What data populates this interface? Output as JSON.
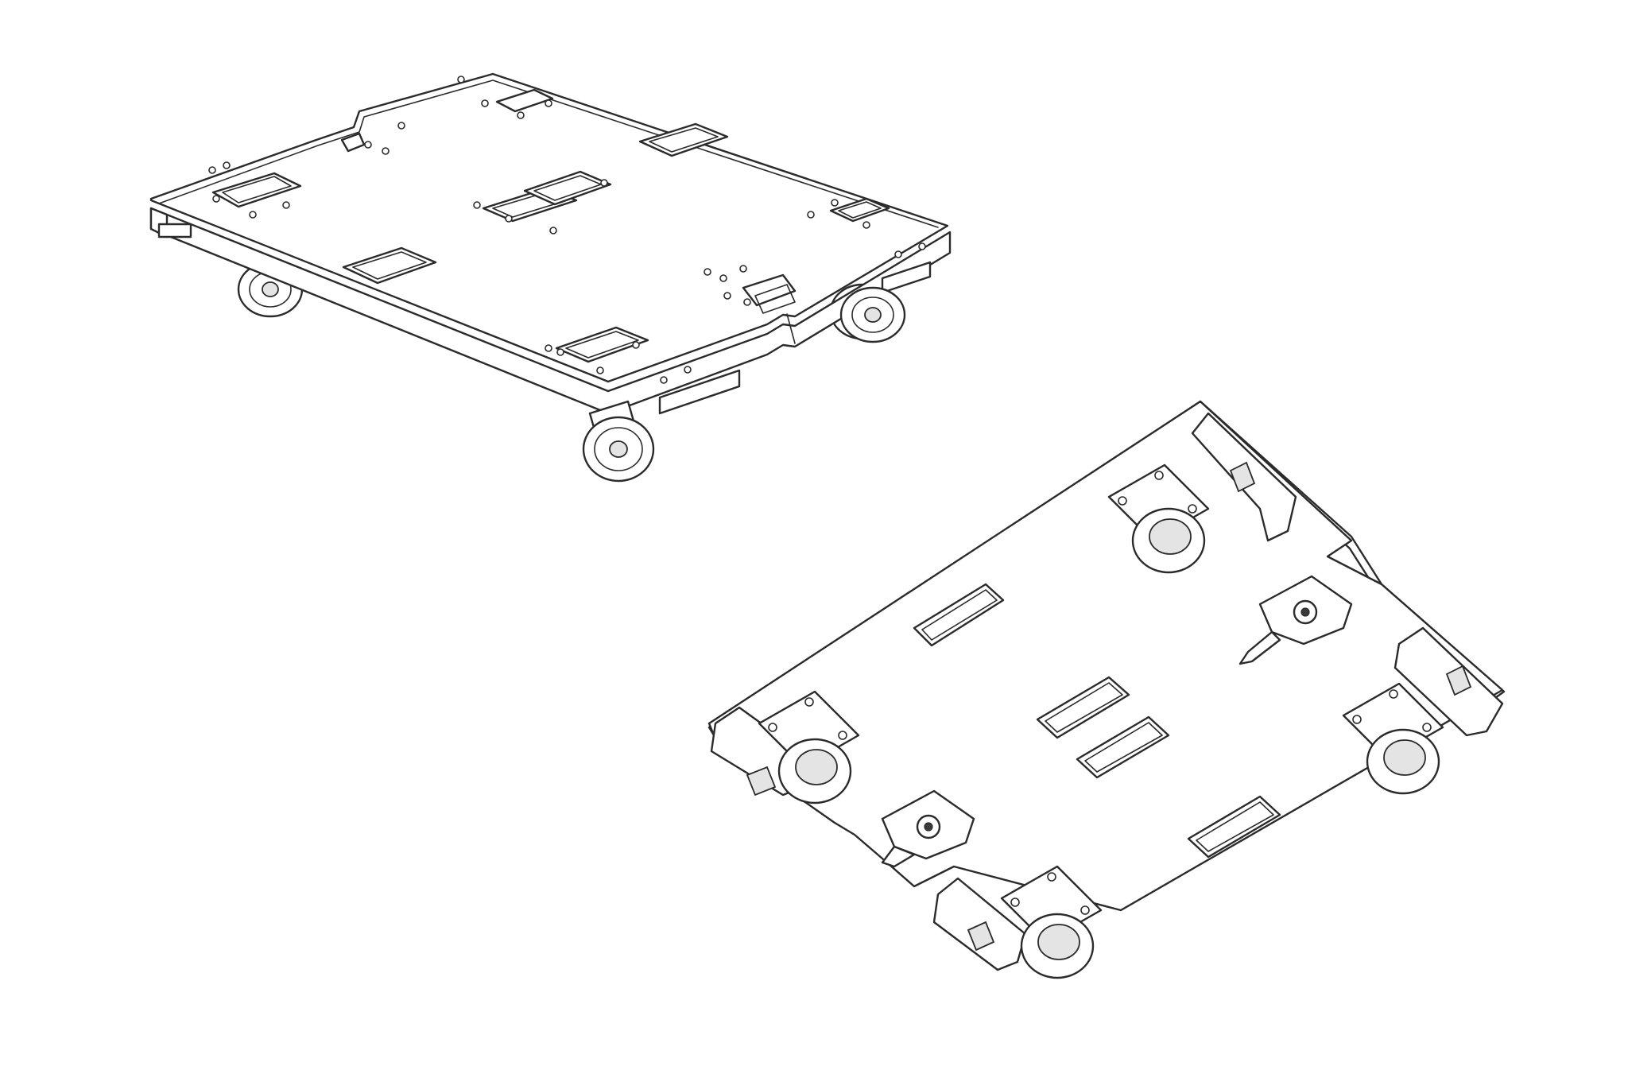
{
  "figure": {
    "stroke_color": "#2b2b2b",
    "background": "#ffffff",
    "views": [
      {
        "id": "top-view",
        "parts": [
          "top-plate",
          "handle-slot",
          "caster-wheel",
          "latch-bracket",
          "mounting-hole"
        ]
      },
      {
        "id": "bottom-view",
        "parts": [
          "bottom-plate",
          "caster-assembly",
          "latch-lever",
          "foot-pad",
          "end-block"
        ]
      }
    ]
  }
}
